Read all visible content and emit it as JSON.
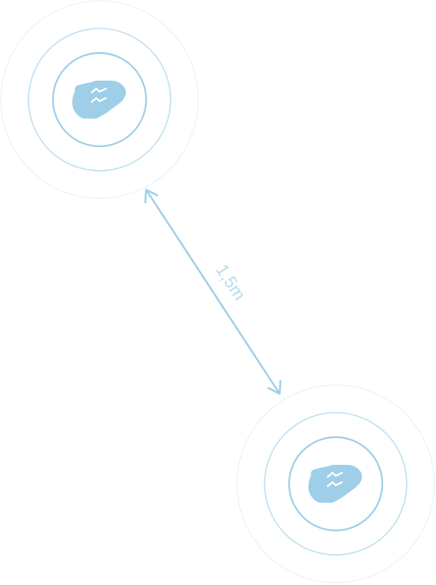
{
  "diagram": {
    "distance_label": "1,5m",
    "colors": {
      "accent": "#9fcfe8",
      "ring_outer": "#e6f3f8",
      "ring_middle": "#bfe1ef",
      "ring_inner": "#9fcfe8",
      "label": "#b7dcee"
    },
    "devices": [
      {
        "name": "device-top-left",
        "icon": "sensor-device-icon"
      },
      {
        "name": "device-bottom-right",
        "icon": "sensor-device-icon"
      }
    ],
    "connector": {
      "icon": "double-arrow-icon"
    }
  }
}
